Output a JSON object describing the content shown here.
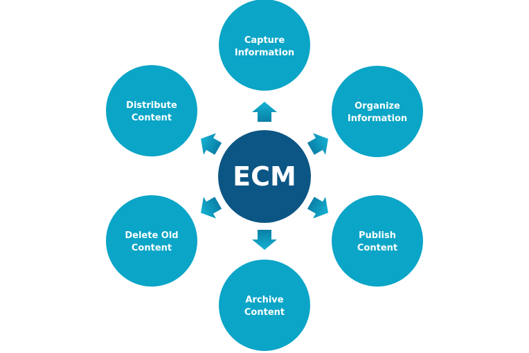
{
  "diagram": {
    "hub": {
      "label": "ECM",
      "color": "#0b5684"
    },
    "node_color": "#0aa5c7",
    "arrow_colors": {
      "light": "#15b2d3",
      "dark": "#0a7fa6"
    },
    "nodes": [
      {
        "id": "capture",
        "lines": [
          "Capture",
          "Information"
        ],
        "direction": "up"
      },
      {
        "id": "organize",
        "lines": [
          "Organize",
          "Information"
        ],
        "direction": "up-right"
      },
      {
        "id": "publish",
        "lines": [
          "Publish",
          "Content"
        ],
        "direction": "down-right"
      },
      {
        "id": "archive",
        "lines": [
          "Archive",
          "Content"
        ],
        "direction": "down"
      },
      {
        "id": "delete",
        "lines": [
          "Delete Old",
          "Content"
        ],
        "direction": "down-left"
      },
      {
        "id": "distribute",
        "lines": [
          "Distribute",
          "Content"
        ],
        "direction": "up-left"
      }
    ]
  }
}
